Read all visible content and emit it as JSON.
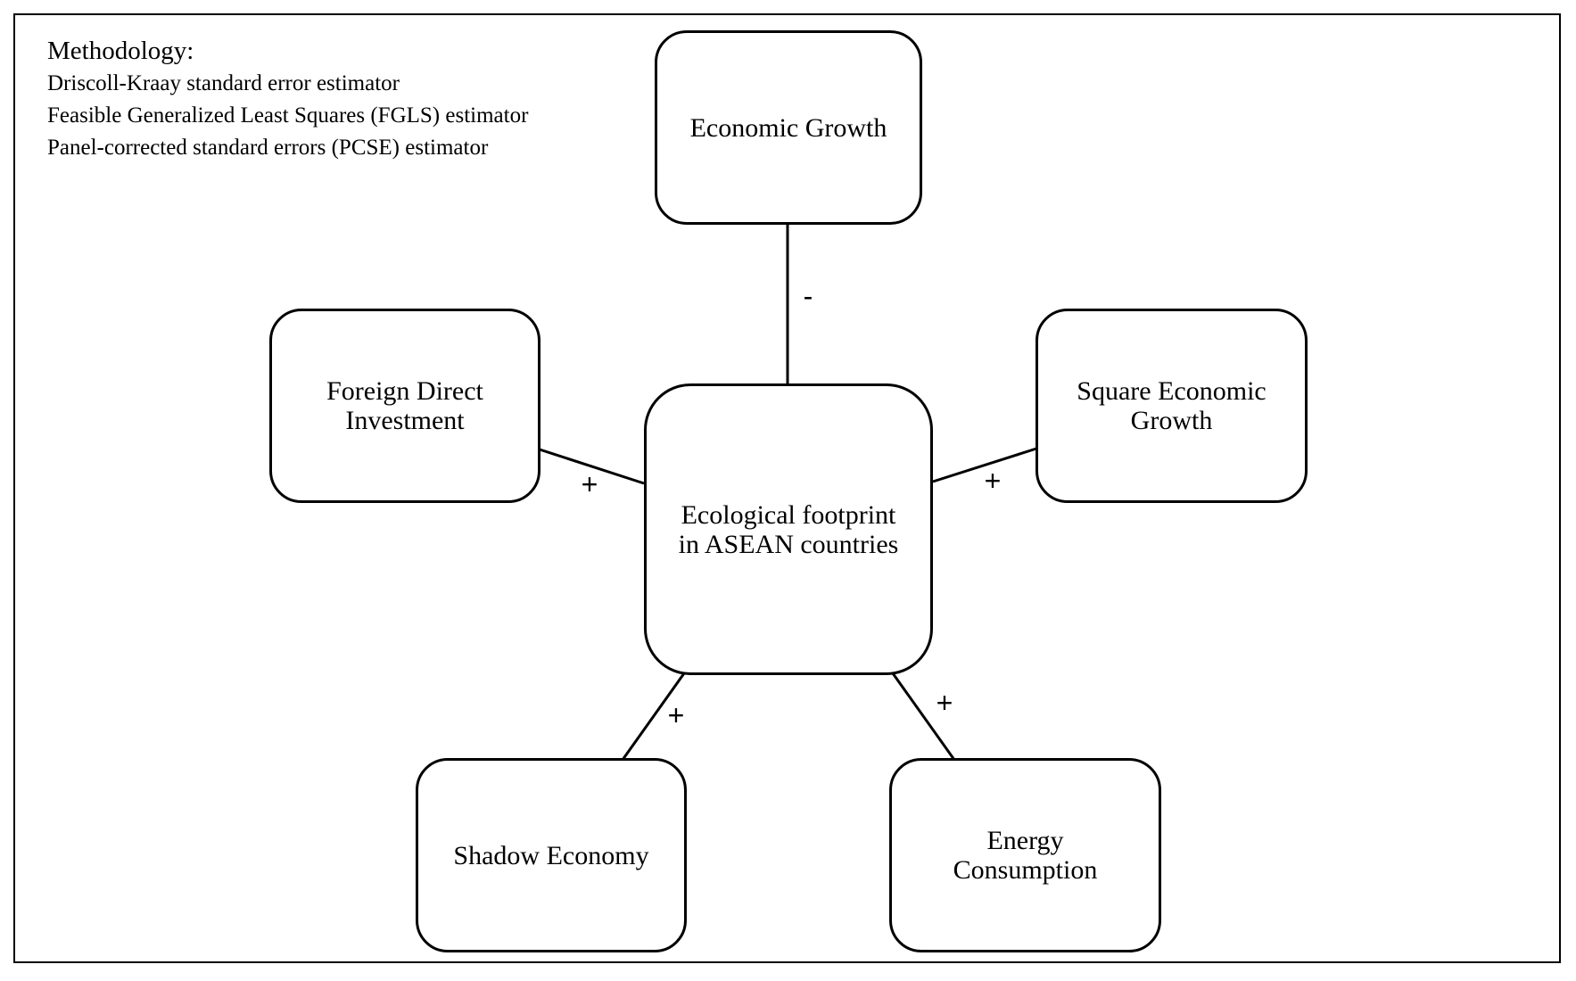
{
  "methodology": {
    "title": "Methodology:",
    "items": [
      "Driscoll-Kraay standard error estimator",
      "Feasible Generalized Least Squares (FGLS) estimator",
      "Panel-corrected standard errors (PCSE) estimator"
    ]
  },
  "nodes": {
    "center": "Ecological footprint\nin ASEAN countries",
    "economic_growth": "Economic Growth",
    "fdi": "Foreign Direct\nInvestment",
    "square_growth": "Square Economic\nGrowth",
    "shadow_economy": "Shadow Economy",
    "energy": "Energy\nConsumption"
  },
  "signs": {
    "economic_growth": "-",
    "fdi": "+",
    "square_growth": "+",
    "shadow_economy": "+",
    "energy": "+"
  }
}
